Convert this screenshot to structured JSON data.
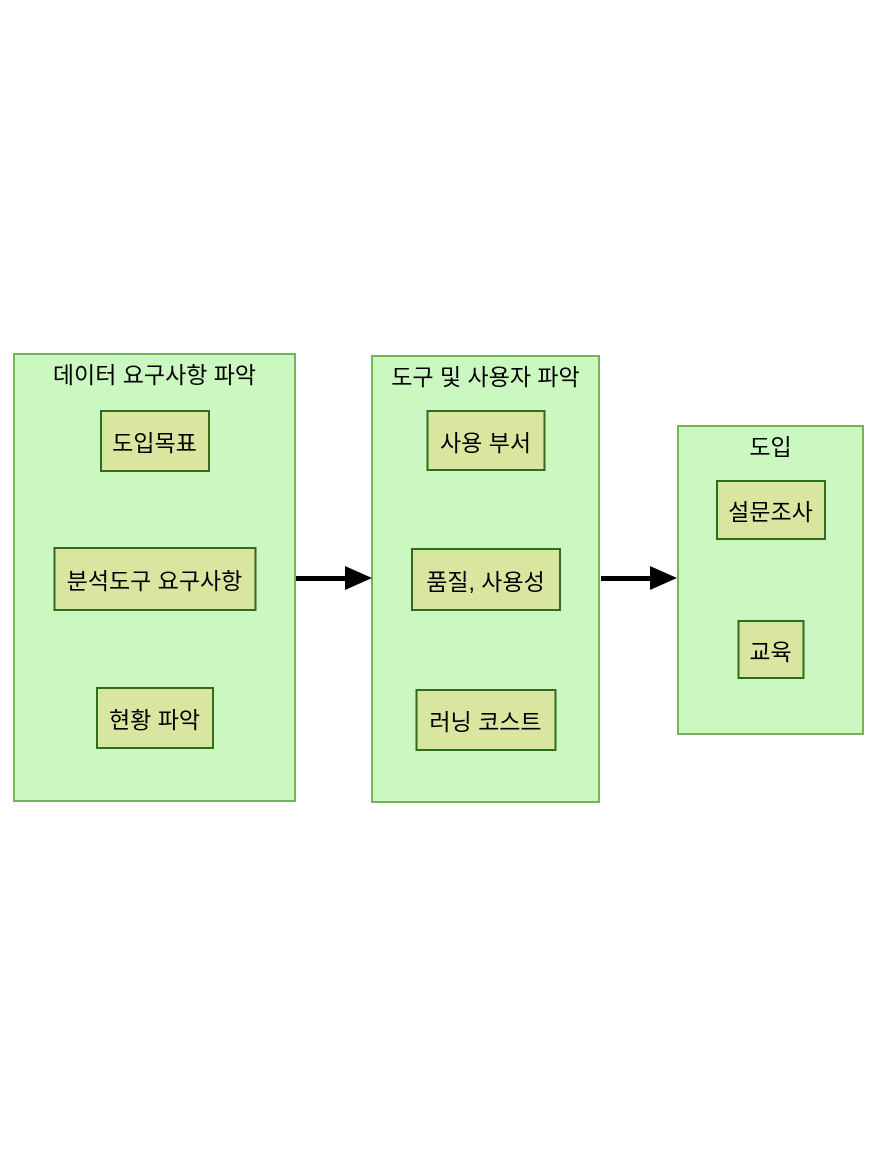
{
  "diagram": {
    "colors": {
      "page_bg": "#ffffff",
      "panel_fill": "#cbf7c1",
      "panel_border": "#76b35a",
      "box_fill": "#d9e6a0",
      "box_border": "#336b1e",
      "arrow_color": "#000000",
      "text_color": "#000000"
    },
    "panels": [
      {
        "title": "데이터 요구사항 파악",
        "boxes": [
          "도입목표",
          "분석도구 요구사항",
          "현황 파악"
        ]
      },
      {
        "title": "도구 및 사용자 파악",
        "boxes": [
          "사용 부서",
          "품질, 사용성",
          "러닝 코스트"
        ]
      },
      {
        "title": "도입",
        "boxes": [
          "설문조사",
          "교육"
        ]
      }
    ],
    "arrows": [
      {
        "name": "arrow-step1-to-step2",
        "direction": "right"
      },
      {
        "name": "arrow-step2-to-step3",
        "direction": "right"
      }
    ]
  }
}
